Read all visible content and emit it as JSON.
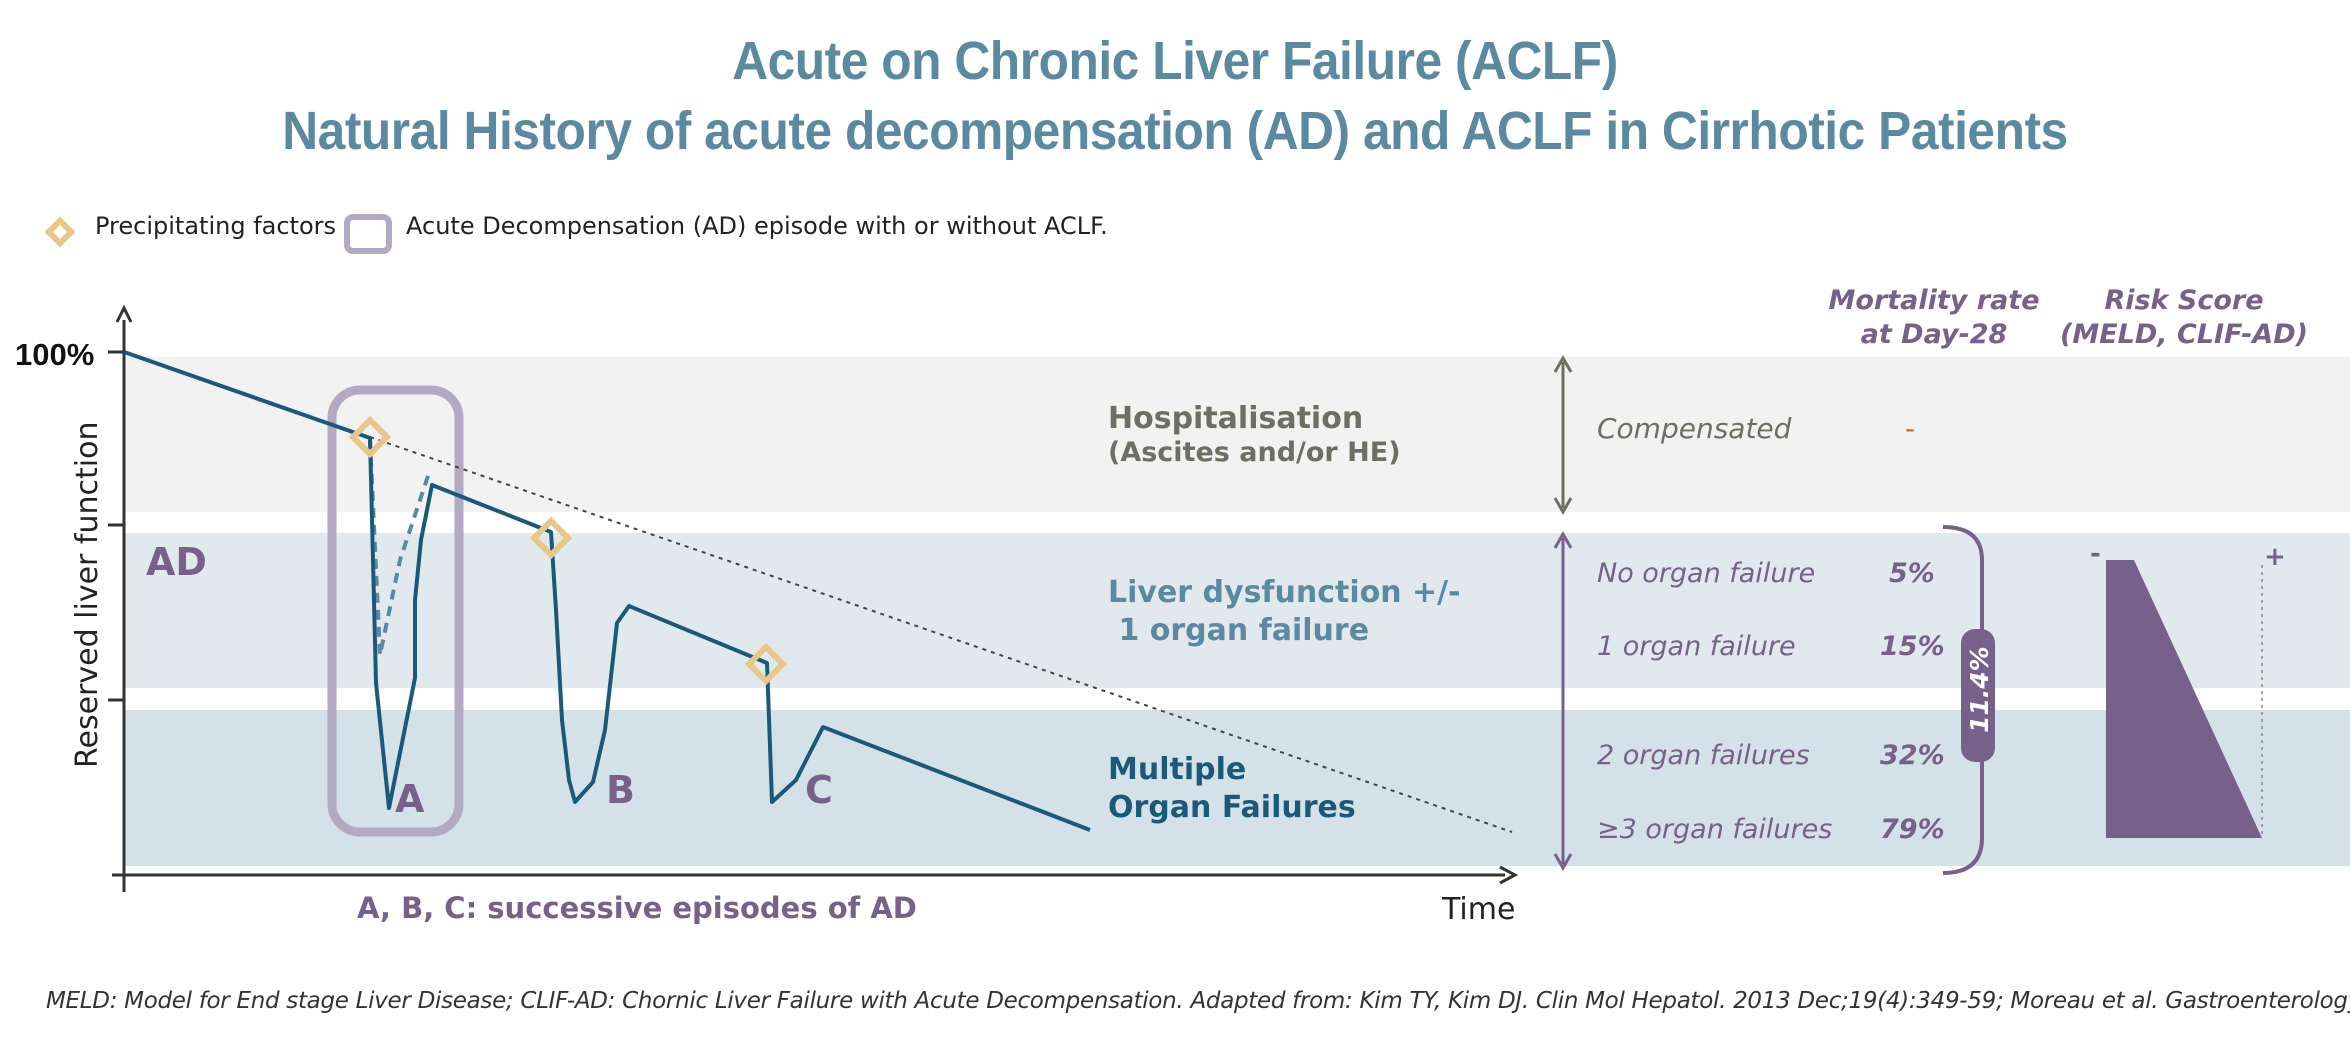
{
  "title": {
    "line1": "Acute on Chronic Liver Failure (ACLF)",
    "line2": "Natural History of acute decompensation (AD) and ACLF in Cirrhotic Patients"
  },
  "legend": {
    "precipitating_factors": "Precipitating factors",
    "ad_episode": "Acute Decompensation (AD) episode with or without ACLF."
  },
  "axis": {
    "y_label": "Reserved liver function",
    "y_top": "100%",
    "x_label": "Time"
  },
  "regions": {
    "ad_label": "AD",
    "hospitalisation_1": "Hospitalisation",
    "hospitalisation_2": "(Ascites and/or HE)",
    "liver_dysfunction_1": "Liver dysfunction +/-",
    "liver_dysfunction_2": " 1 organ failure",
    "multiple_1": "Multiple",
    "multiple_2": "Organ Failures"
  },
  "episodes": {
    "a": "A",
    "b": "B",
    "c": "C",
    "caption": "A, B, C: successive episodes of AD"
  },
  "right_panel": {
    "mortality_header_1": "Mortality rate",
    "mortality_header_2": "at Day-28",
    "risk_header_1": "Risk Score",
    "risk_header_2": "(MELD, CLIF-AD)",
    "compensated": "Compensated",
    "compensated_rate": "-",
    "rows": [
      {
        "label": "No organ failure",
        "rate": "5%"
      },
      {
        "label": "1 organ failure",
        "rate": "15%"
      },
      {
        "label": "2 organ failures",
        "rate": "32%"
      },
      {
        "label": "≥3 organ failures",
        "rate": "79%"
      }
    ],
    "overall_rate": "11.4%",
    "risk_minus": "-",
    "risk_plus": "+"
  },
  "footnote": "MELD: Model for End stage Liver Disease; CLIF-AD: Chornic Liver Failure with Acute Decompensation. Adapted from: Kim TY, Kim DJ. Clin Mol Hepatol. 2013 Dec;19(4):349-59; Moreau et al. Gastroenterology.",
  "colors": {
    "title": "#5b8aa0",
    "curve": "#1a5a78",
    "purple": "#776089",
    "diamond": "#e8c88a",
    "band_gray": "#f2f2f2",
    "band_light_blue": "#e2e9ee",
    "band_blue": "#d5e1e8"
  }
}
